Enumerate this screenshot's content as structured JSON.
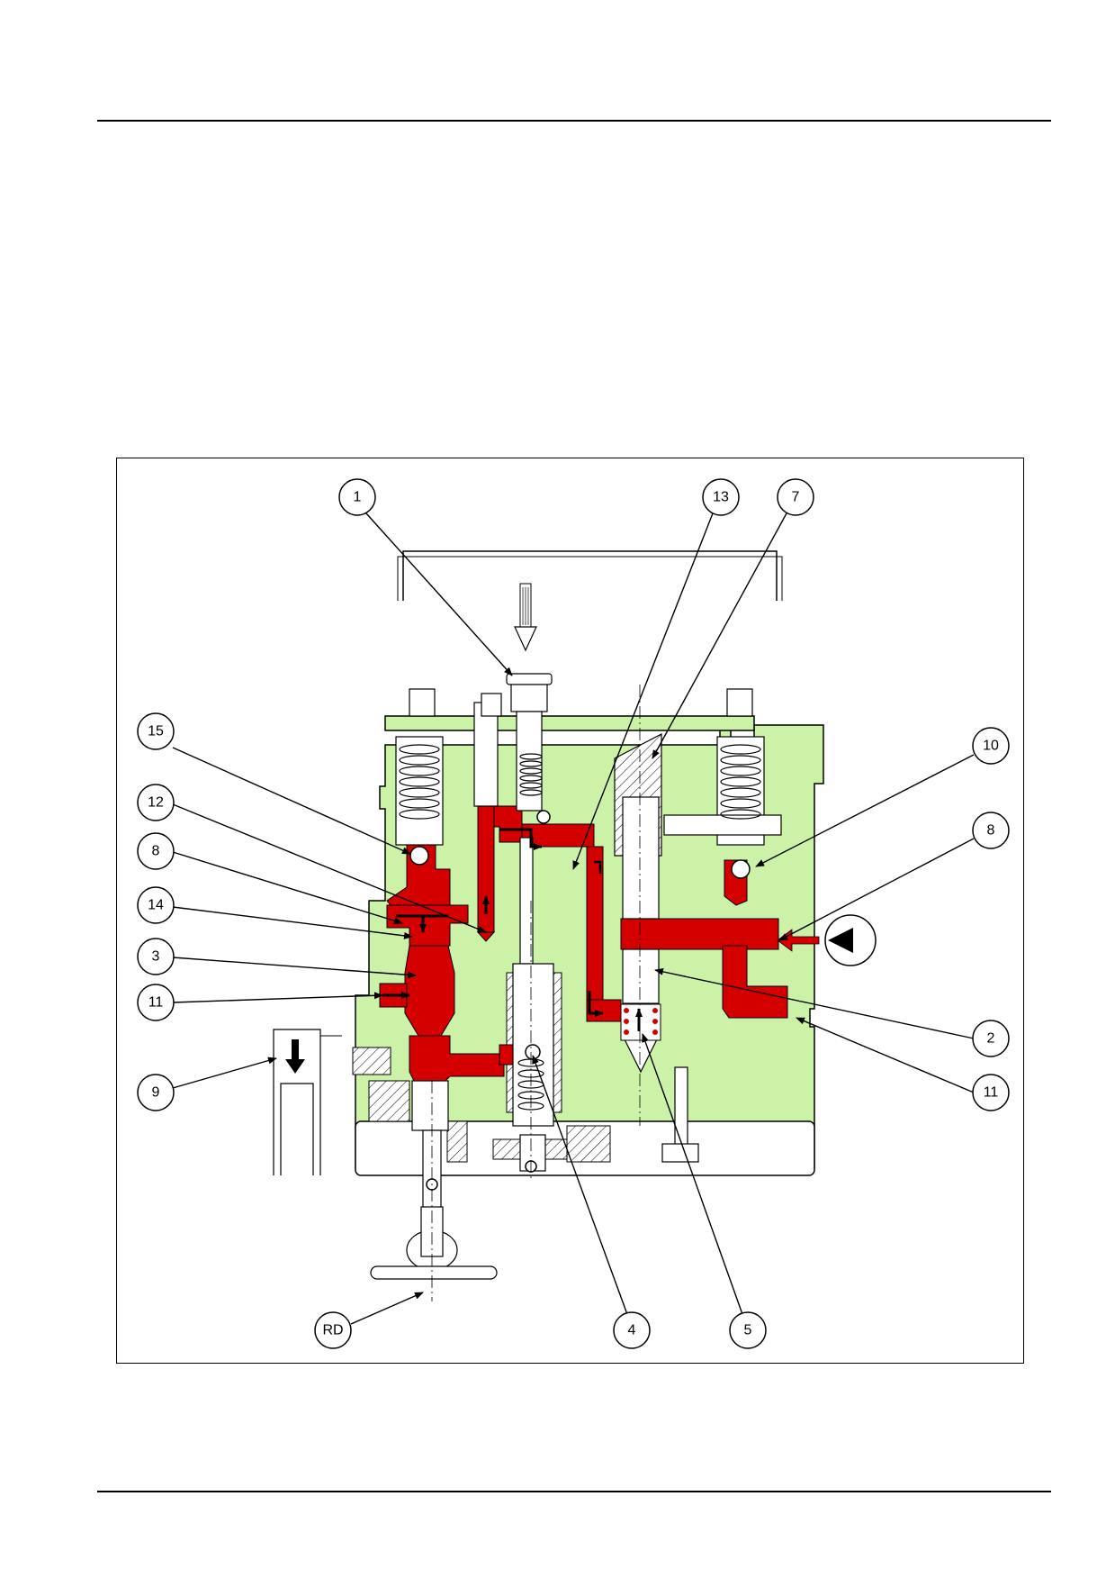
{
  "callouts": [
    {
      "id": "c1",
      "label": "1"
    },
    {
      "id": "c13",
      "label": "13"
    },
    {
      "id": "c7",
      "label": "7"
    },
    {
      "id": "c15",
      "label": "15"
    },
    {
      "id": "c10",
      "label": "10"
    },
    {
      "id": "c12",
      "label": "12"
    },
    {
      "id": "c8a",
      "label": "8"
    },
    {
      "id": "c8b",
      "label": "8"
    },
    {
      "id": "c14",
      "label": "14"
    },
    {
      "id": "c3",
      "label": "3"
    },
    {
      "id": "c2",
      "label": "2"
    },
    {
      "id": "c11a",
      "label": "11"
    },
    {
      "id": "c11b",
      "label": "11"
    },
    {
      "id": "c9",
      "label": "9"
    },
    {
      "id": "cRD",
      "label": "RD"
    },
    {
      "id": "c4",
      "label": "4"
    },
    {
      "id": "c5",
      "label": "5"
    }
  ],
  "colors": {
    "body_green": "#ccf2a8",
    "oil_red": "#d40000",
    "outline": "#000000",
    "metal": "#ffffff"
  }
}
